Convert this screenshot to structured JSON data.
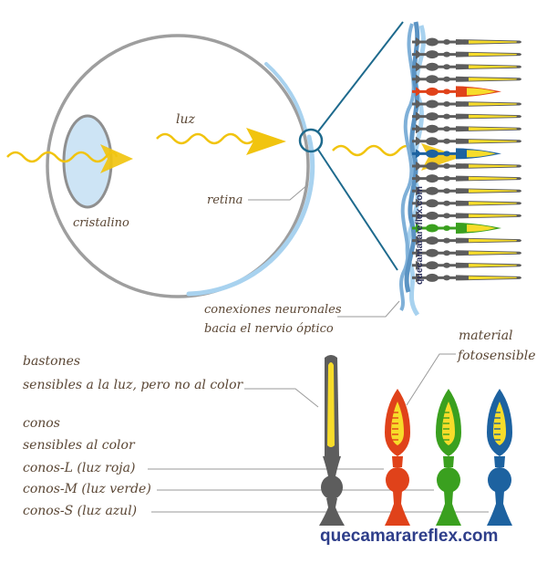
{
  "labels": {
    "luz": "luz",
    "cristalino": "cristalino",
    "retina": "retina",
    "conexiones_line1": "conexiones neuronales",
    "conexiones_line2": "bacia el nervio óptico",
    "material_line1": "material",
    "material_line2": "fotosensible",
    "bastones_title": "bastones",
    "bastones_desc": "sensibles a la luz, pero no al color",
    "conos_title": "conos",
    "conos_desc": "sensibles al color",
    "conos_l": "conos-L (luz roja)",
    "conos_m": "conos-M (luz verde)",
    "conos_s": "conos-S (luz azul)"
  },
  "watermark": {
    "bottom": "quecamarareflex.com",
    "vertical": "quecamarareflex.com"
  },
  "colors": {
    "rod": "#5d5d5d",
    "cone_l": "#e0421a",
    "cone_m": "#3aa01f",
    "cone_s": "#1d62a0",
    "photosensitive": "#f7dc2a",
    "light_wave": "#f1c40f",
    "eye_outline": "#9e9e9e",
    "lens_fill": "#cde4f5",
    "retina": "#a8d2ef",
    "nerve": "#5b93c3"
  },
  "retina_cells": [
    "rod",
    "rod",
    "rod",
    "rod",
    "cone_l",
    "rod",
    "rod",
    "rod",
    "rod",
    "cone_s",
    "rod",
    "rod",
    "rod",
    "rod",
    "rod",
    "cone_m",
    "rod",
    "rod",
    "rod",
    "rod"
  ]
}
